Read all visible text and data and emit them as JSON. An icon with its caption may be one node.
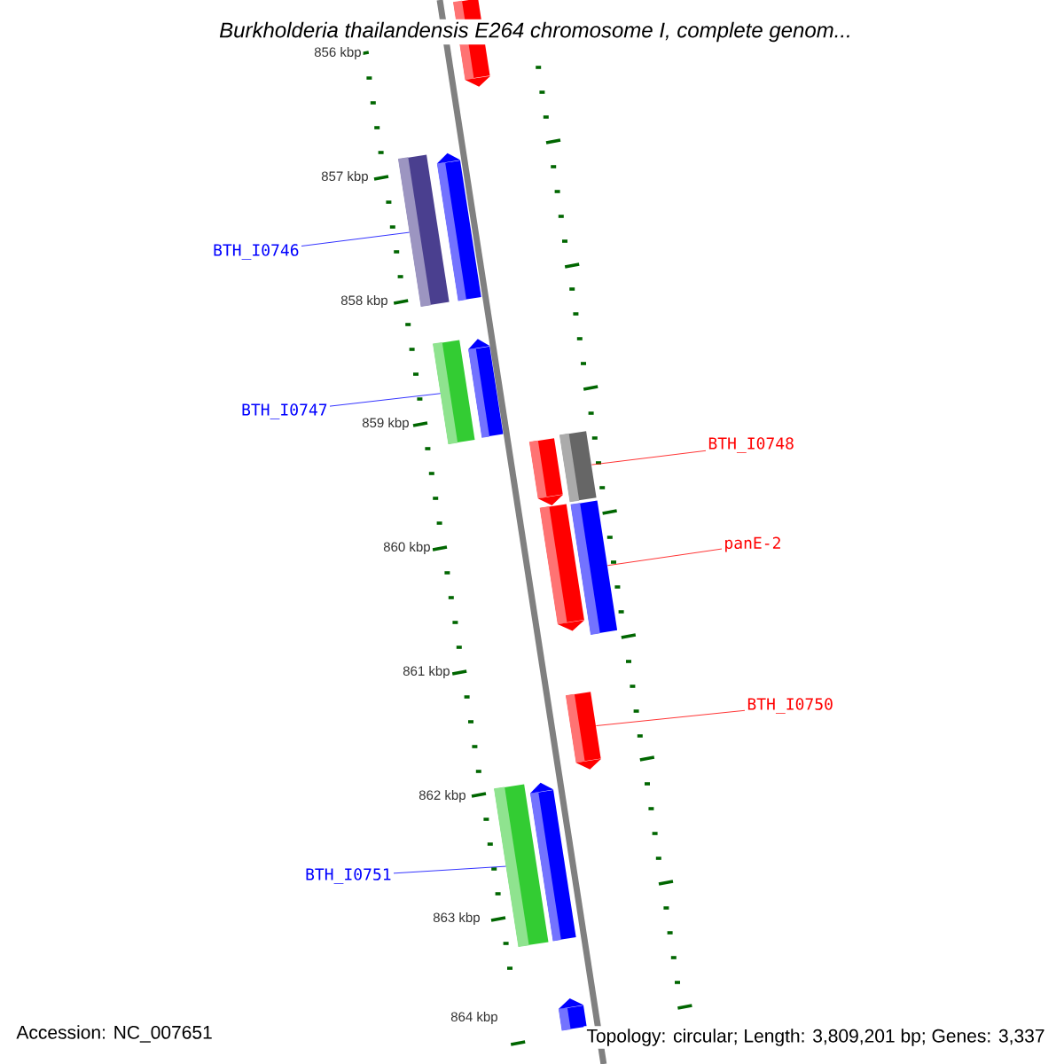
{
  "diagram": {
    "title": "Burkholderia thailandensis E264 chromosome I, complete genom...",
    "nodes": [
      {
        "text": [],
        "shape": "bar"
      },
      {
        "text": [
          "BTH_I0746"
        ]
      },
      {
        "text": [],
        "shape": "bar"
      },
      {
        "text": [],
        "shape": "bar"
      },
      {
        "text": [
          "BTH_I0747"
        ]
      },
      {
        "text": [],
        "shape": "bar"
      },
      {
        "text": [],
        "shape": "bar"
      },
      {
        "text": [
          "BTH_I0748"
        ]
      },
      {
        "text": [],
        "shape": "bar"
      },
      {
        "text": [],
        "shape": "bar"
      },
      {
        "text": [
          "panE-2"
        ]
      },
      {
        "text": [],
        "shape": "bar"
      },
      {
        "text": [],
        "shape": "bar"
      },
      {
        "text": [
          "BTH_I0750"
        ]
      },
      {
        "text": [],
        "shape": "bar"
      },
      {
        "text": [
          "BTH_I0751"
        ]
      },
      {
        "text": [],
        "shape": "bar"
      },
      {
        "text": [],
        "shape": "bar"
      },
      {
        "text": [],
        "shape": "bar"
      }
    ],
    "edges": [
      {
        "from": 1,
        "to": 2,
        "arrow": "none",
        "color": "#0000ff"
      },
      {
        "from": 4,
        "to": 5,
        "arrow": "none",
        "color": "#0000ff"
      },
      {
        "from": 7,
        "to": 9,
        "arrow": "none",
        "color": "#ff0000"
      },
      {
        "from": 10,
        "to": 12,
        "arrow": "none",
        "color": "#ff0000"
      },
      {
        "from": 13,
        "to": 14,
        "arrow": "none",
        "color": "#ff0000"
      },
      {
        "from": 15,
        "to": 16,
        "arrow": "none",
        "color": "#0000ff"
      }
    ],
    "labels": [
      "856 kbp",
      "857 kbp",
      "858 kbp",
      "859 kbp",
      "860 kbp",
      "861 kbp",
      "862 kbp",
      "863 kbp",
      "864 kbp",
      "Accession: NC_007651",
      "Topology: circular; Length: 3,809,201 bp; Genes: 3,337"
    ]
  }
}
